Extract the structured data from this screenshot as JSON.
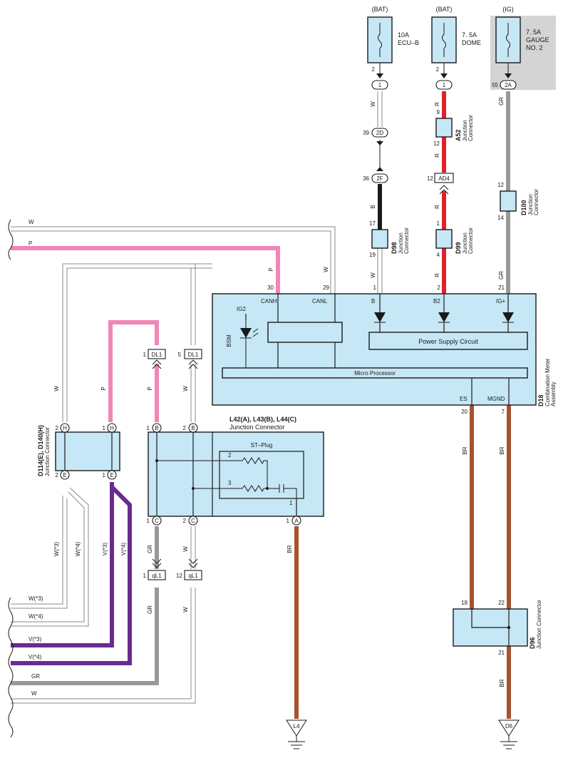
{
  "colors": {
    "pink": "#ef86b6",
    "red": "#e3202a",
    "black": "#1a1a1a",
    "gray": "#999999",
    "brown": "#a8522e",
    "purple": "#6a2b90",
    "box_fill": "#c6e7f5",
    "ig_shade": "#d4d4d4"
  },
  "fuses": {
    "ecu_b": {
      "source": "(BAT)",
      "rating": "10A",
      "name": "ECU–B",
      "pin": "2"
    },
    "dome": {
      "source": "(BAT)",
      "rating": "7. 5A",
      "name": "DOME",
      "pin": "2"
    },
    "gauge": {
      "source": "(IG)",
      "rating": "7. 5A",
      "name1": "GAUGE",
      "name2": "NO. 2",
      "pin": "55"
    }
  },
  "connectors": {
    "c1a": "1",
    "c1b": "1",
    "c2a": "2A",
    "c2d": "2D",
    "c2d_pin": "39",
    "c2f": "2F",
    "c2f_pin": "36",
    "ad4": "AD4",
    "ad4_pin": "12",
    "dl1": "DL1",
    "dl1_pin_a": "1",
    "dl1_pin_b": "5",
    "ql1": "qL1",
    "ql1_pin_a": "1",
    "ql1_pin_b": "12"
  },
  "wire_colors": {
    "w": "W",
    "r": "R",
    "b": "B",
    "gr": "GR",
    "p": "P",
    "br": "BR",
    "w3": "W(*3)",
    "w4": "W(*4)",
    "v3": "V(*3)",
    "v4": "V(*4)"
  },
  "a52": {
    "id": "A52",
    "label1": "Junction",
    "label2": "Connector",
    "pin_top": "9",
    "pin_bot": "12"
  },
  "d98": {
    "id": "D98",
    "label1": "Junction",
    "label2": "Connector",
    "pin_top": "17",
    "pin_bot": "19"
  },
  "d99": {
    "id": "D99",
    "label1": "Junction",
    "label2": "Connector",
    "pin_top": "1",
    "pin_bot": "4"
  },
  "d100": {
    "id": "D100",
    "label1": "Junction",
    "label2": "Connector",
    "pin_top": "12",
    "pin_bot": "14"
  },
  "d18": {
    "id": "D18",
    "label1": "Combination Meter",
    "label2": "Assembly",
    "pins": {
      "canh": "30",
      "canl": "29",
      "b": "1",
      "b2": "2",
      "igp": "21",
      "es": "20",
      "mgnd": "7"
    },
    "terms": {
      "canh": "CANH",
      "canl": "CANL",
      "b": "B",
      "b2": "B2",
      "igp": "IG+",
      "es": "ES",
      "mgnd": "MGND"
    },
    "ig2": "IG2",
    "bsm": "BSM",
    "power_supply": "Power Supply Circuit",
    "micro": "Micro Processor"
  },
  "d114": {
    "id": "D114(E), D140(H)",
    "label": "Junction Connector",
    "pins": {
      "h_left": "2",
      "h_right": "1",
      "e_left": "2",
      "e_right": "1"
    },
    "h": "H",
    "e": "E"
  },
  "l42": {
    "title": "L42(A), L43(B), L44(C)",
    "subtitle": "Junction Connector",
    "st_plug": "ST–Plug",
    "pins": {
      "b_left": "1",
      "b_right": "2",
      "c_left": "1",
      "c_right": "2",
      "a": "1",
      "r_top": "2",
      "r_bot": "3",
      "r_out": "1"
    },
    "b": "B",
    "c": "C",
    "a": "A"
  },
  "d96": {
    "id": "D96",
    "label": "Junction Connector",
    "pin_top_l": "18",
    "pin_top_r": "22",
    "pin_bot": "21"
  },
  "grounds": {
    "l4": "L4",
    "d6": "D6"
  }
}
